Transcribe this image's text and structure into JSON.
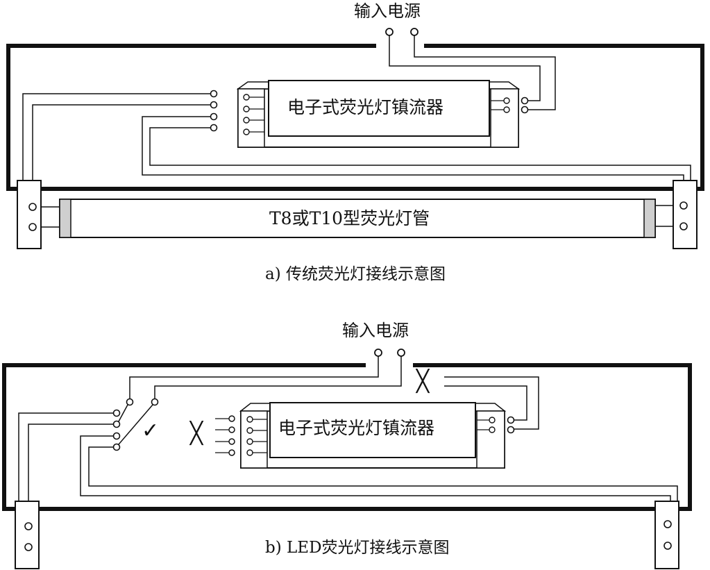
{
  "diagram_a": {
    "input_label": "输入电源",
    "ballast_label": "电子式荧光灯镇流器",
    "tube_label": "T8或T10型荧光灯管",
    "caption": "a) 传统荧光灯接线示意图"
  },
  "diagram_b": {
    "input_label": "输入电源",
    "ballast_label": "电子式荧光灯镇流器",
    "caption": "b) LED荧光灯接线示意图",
    "cross_mark": "╳",
    "check_mark": "✓"
  },
  "colors": {
    "line": "#111111",
    "shade": "#cfcfcf",
    "background": "#ffffff"
  }
}
